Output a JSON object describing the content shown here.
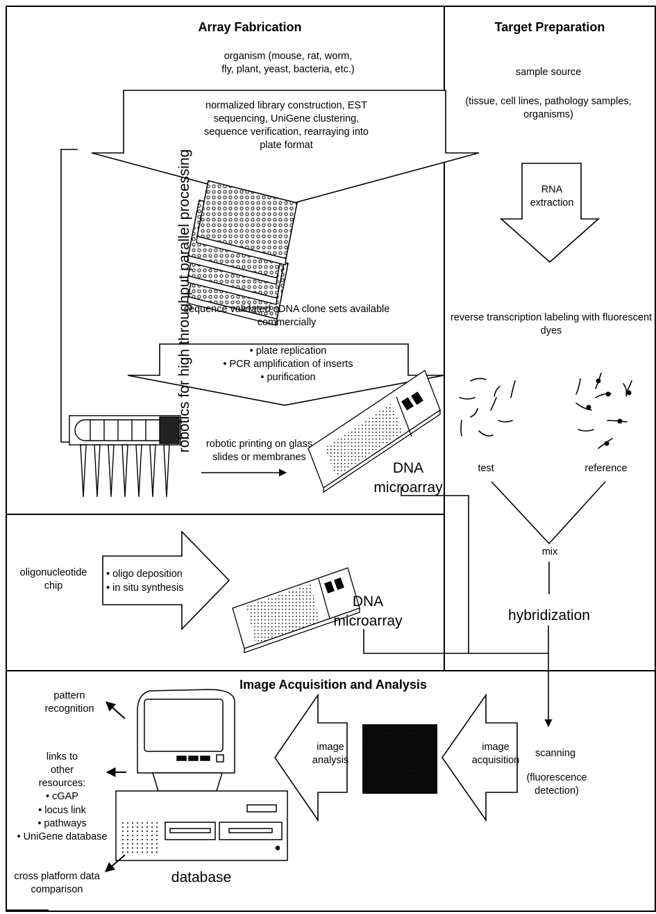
{
  "sections": {
    "array_fabrication": "Array Fabrication",
    "target_preparation": "Target Preparation",
    "image_acquisition": "Image Acquisition and Analysis"
  },
  "array": {
    "organism": "organism (mouse, rat, worm, fly, plant, yeast, bacteria, etc.)",
    "library": "normalized library construction, EST sequencing, UniGene clustering, sequence verification, rearraying into plate format",
    "clone_sets": "sequence validated cDNA clone sets available commercially",
    "steps": [
      "• plate replication",
      "• PCR amplification of inserts",
      "• purification"
    ],
    "robotics": "robotics for high throughput parallel processing",
    "printing": "robotic printing on glass slides or membranes",
    "dna": "DNA",
    "microarray": "microarray"
  },
  "oligo": {
    "chip": "oligonucleotide chip",
    "deposition": "• oligo deposition",
    "synthesis": "• in situ synthesis",
    "dna": "DNA",
    "microarray": "microarray"
  },
  "target": {
    "sample_source": "sample source",
    "sample_list": "(tissue, cell lines, pathology samples, organisms)",
    "rna": "RNA extraction",
    "rt": "reverse transcription labeling with fluorescent dyes",
    "test": "test",
    "reference": "reference",
    "mix": "mix",
    "hybridization": "hybridization"
  },
  "analysis": {
    "pattern": "pattern recognition",
    "links_title": "links to other resources:",
    "links": [
      "• cGAP",
      "• locus link",
      "• pathways",
      "• UniGene database"
    ],
    "cross": "cross platform data comparison",
    "database": "database",
    "image_analysis": "image analysis",
    "image_acquisition": "image acquisition",
    "scanning": "scanning",
    "fluorescence": "(fluorescence detection)"
  }
}
